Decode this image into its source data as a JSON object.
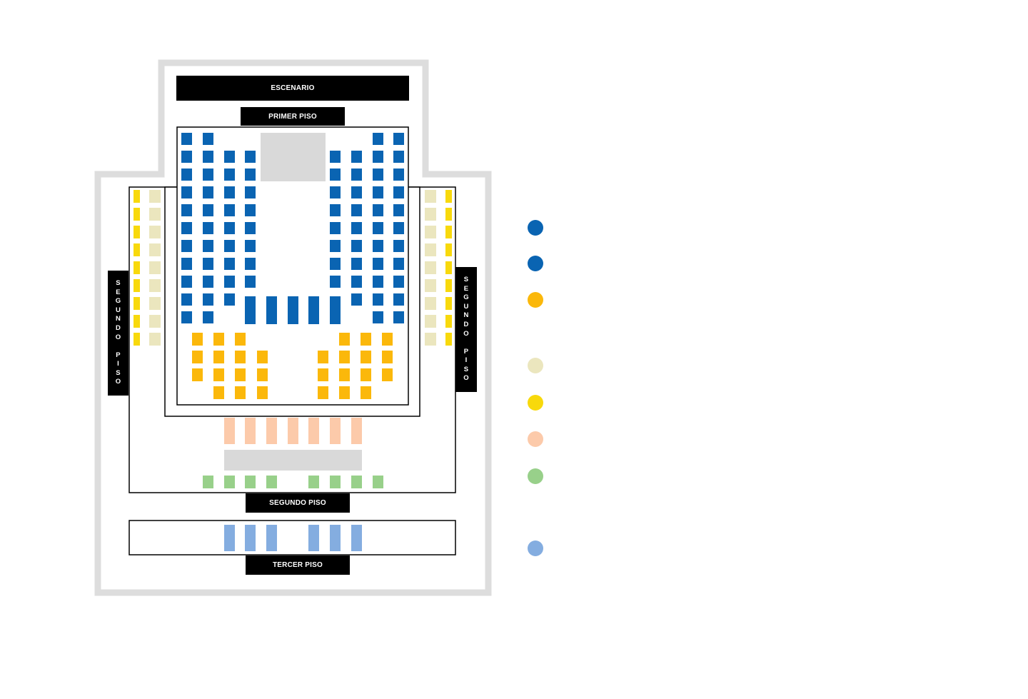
{
  "labels": {
    "stage": "ESCENARIO",
    "first_floor": "PRIMER PISO",
    "second_floor": "SEGUNDO PISO",
    "third_floor": "TERCER PISO",
    "side_left": "SEGUNDO PISO",
    "side_right": "SEGUNDO PISO"
  },
  "colors": {
    "outline_gray": "#dddddd",
    "blank_gray": "#d9d9d9",
    "dark_blue": "#0a64b2",
    "orange_yellow": "#fbb80b",
    "beige": "#ebe6be",
    "yellow": "#f8d90c",
    "peach": "#fccaaa",
    "green": "#98d08a",
    "light_blue": "#84ade0"
  },
  "legend": [
    {
      "color": "#0a64b2"
    },
    {
      "color": "#0a64b2"
    },
    {
      "color": "#fbb80b"
    },
    {
      "color": "#ebe6be"
    },
    {
      "color": "#f8d90c"
    },
    {
      "color": "#fccaaa"
    },
    {
      "color": "#98d08a"
    },
    {
      "color": "#84ade0"
    }
  ]
}
